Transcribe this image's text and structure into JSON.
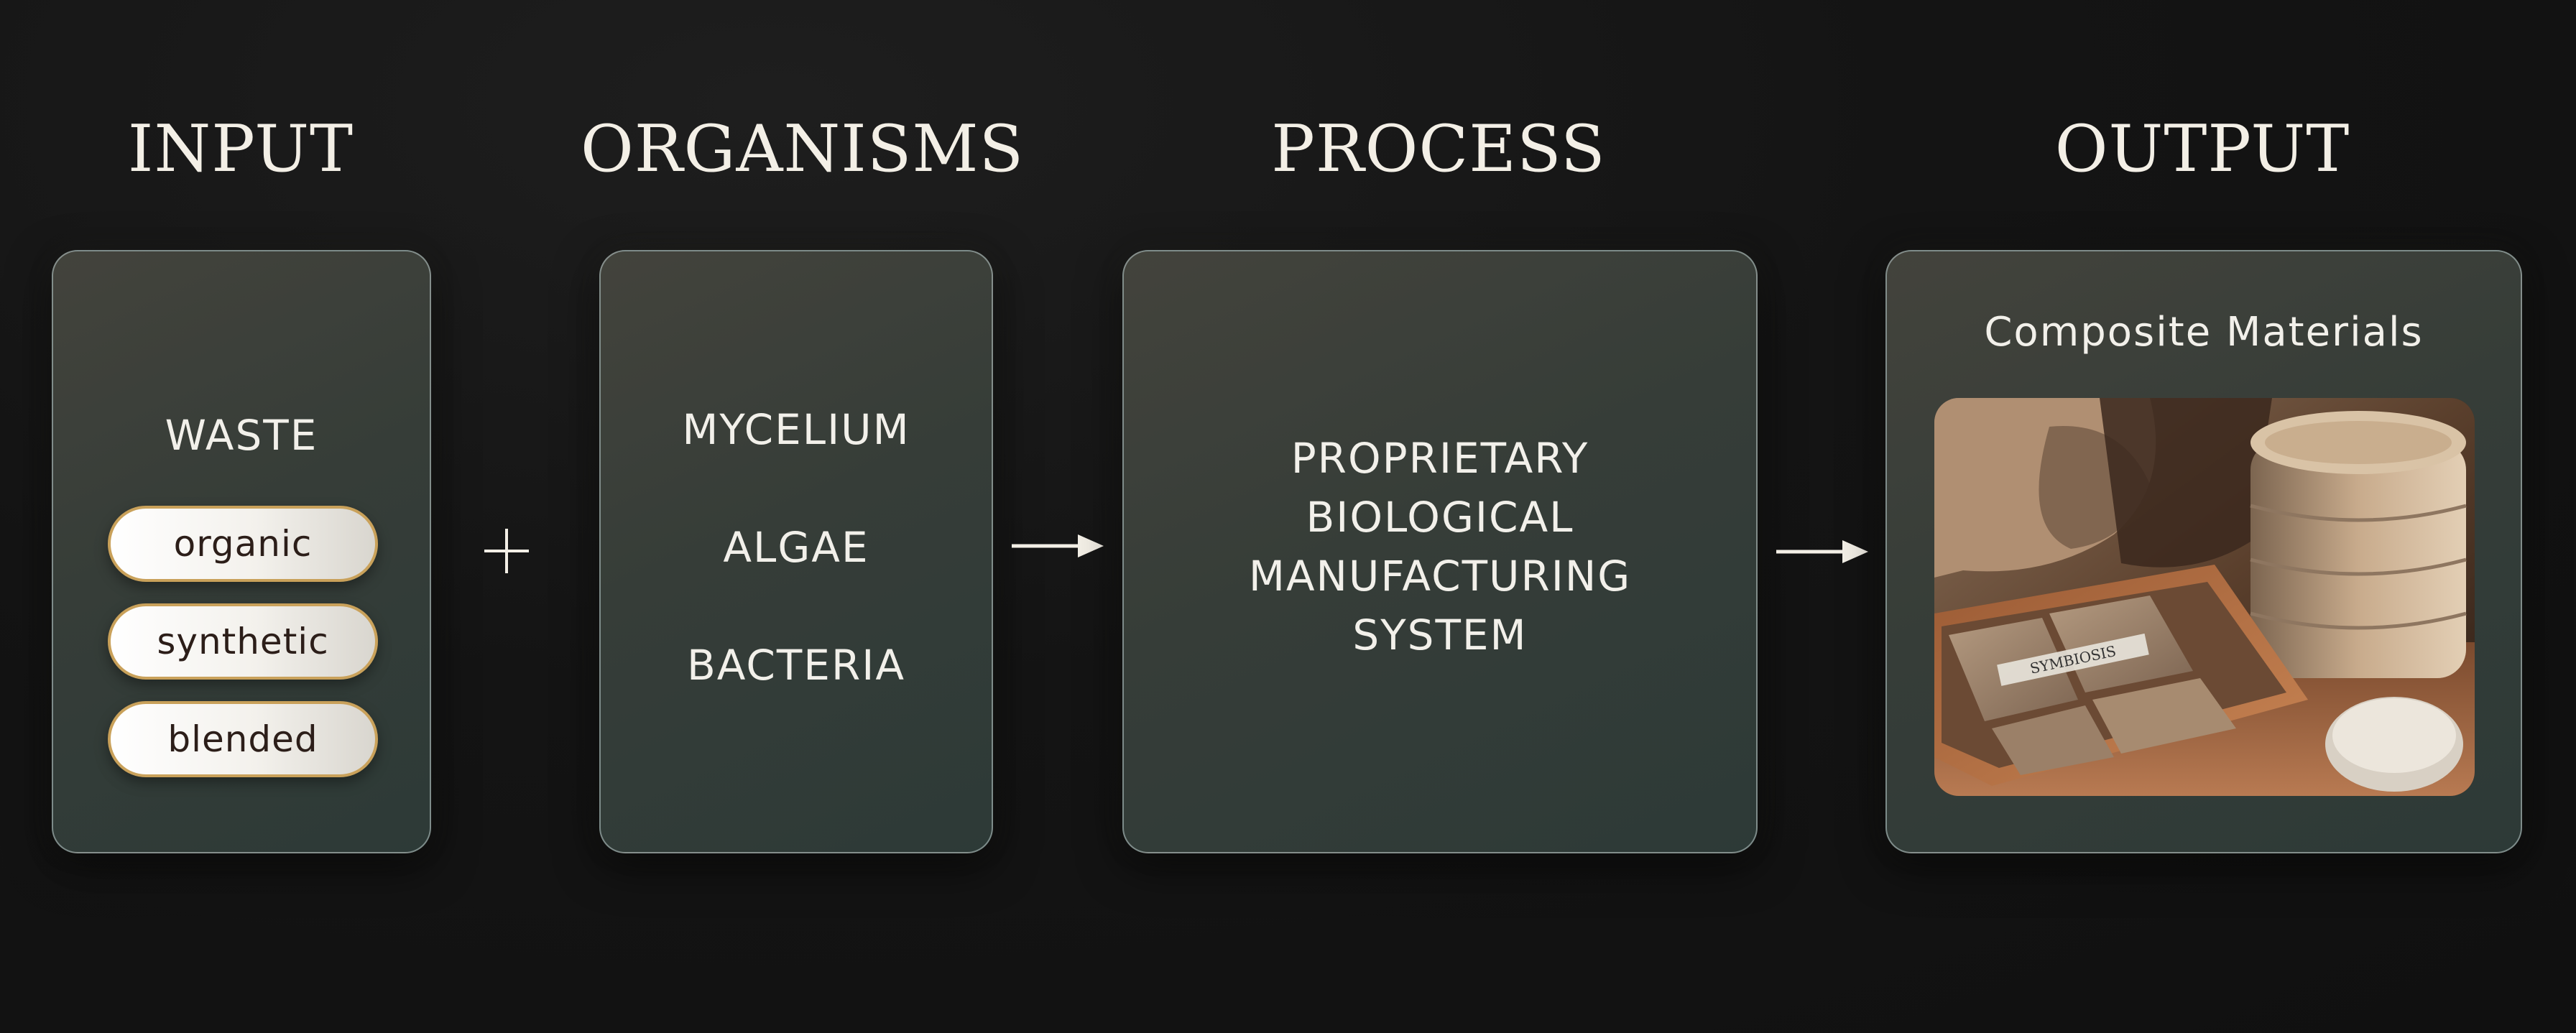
{
  "headings": {
    "input": "INPUT",
    "organisms": "ORGANISMS",
    "process": "PROCESS",
    "output": "OUTPUT"
  },
  "input_card": {
    "title": "WASTE",
    "pills": [
      "organic",
      "synthetic",
      "blended"
    ]
  },
  "organisms_card": {
    "items": [
      "MYCELIUM",
      "ALGAE",
      "BACTERIA"
    ]
  },
  "process_card": {
    "lines": [
      "PROPRIETARY",
      "BIOLOGICAL",
      "MANUFACTURING",
      "SYSTEM"
    ]
  },
  "output_card": {
    "title": "Composite Materials",
    "image": "mycelium-composite-materials-photo",
    "sign_text": "SYMBIOSIS"
  },
  "connectors": [
    "plus-icon",
    "arrow-right-icon",
    "arrow-right-icon"
  ],
  "colors": {
    "background": "#121212",
    "card_border": "#bfcdcd",
    "pill_border": "#c9a15a",
    "heading_text": "#f3efe6"
  }
}
